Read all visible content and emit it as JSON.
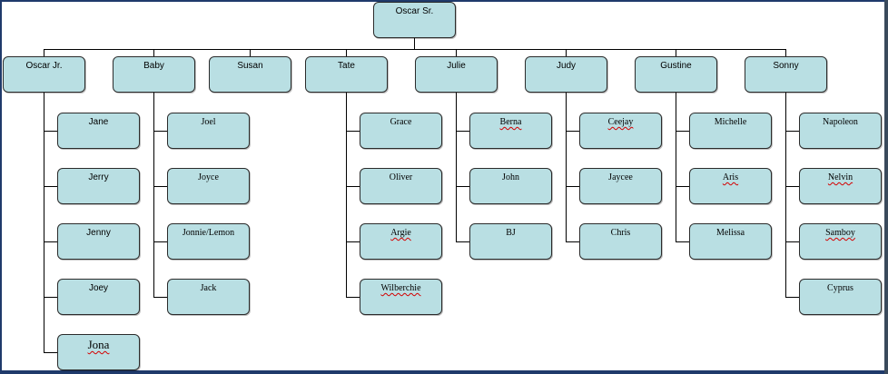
{
  "root": {
    "label": "Oscar Sr."
  },
  "children": [
    {
      "label": "Oscar Jr.",
      "kids": [
        "Jane",
        "Jerry",
        "Jenny",
        "Joey",
        "Jona"
      ]
    },
    {
      "label": "Baby",
      "kids": [
        "Joel",
        "Joyce",
        "Jonnie/Lemon",
        "Jack"
      ]
    },
    {
      "label": "Susan",
      "kids": []
    },
    {
      "label": "Tate",
      "kids": [
        "Grace",
        "Oliver",
        "Argie",
        "Wilberchie"
      ]
    },
    {
      "label": "Julie",
      "kids": [
        "Berna",
        "John",
        "BJ"
      ]
    },
    {
      "label": "Judy",
      "kids": [
        "Ceejay",
        "Jaycee",
        "Chris"
      ]
    },
    {
      "label": "Gustine",
      "kids": [
        "Michelle",
        "Aris",
        "Melissa"
      ]
    },
    {
      "label": "Sonny",
      "kids": [
        "Napoleon",
        "Nelvin",
        "Samboy",
        "Cyprus"
      ]
    }
  ],
  "colors": {
    "box_fill": "#b9dfe3",
    "box_border": "#2b2b2b",
    "connector": "#000000",
    "frame": "#1f3a6b",
    "spellcheck": "#d40000"
  }
}
